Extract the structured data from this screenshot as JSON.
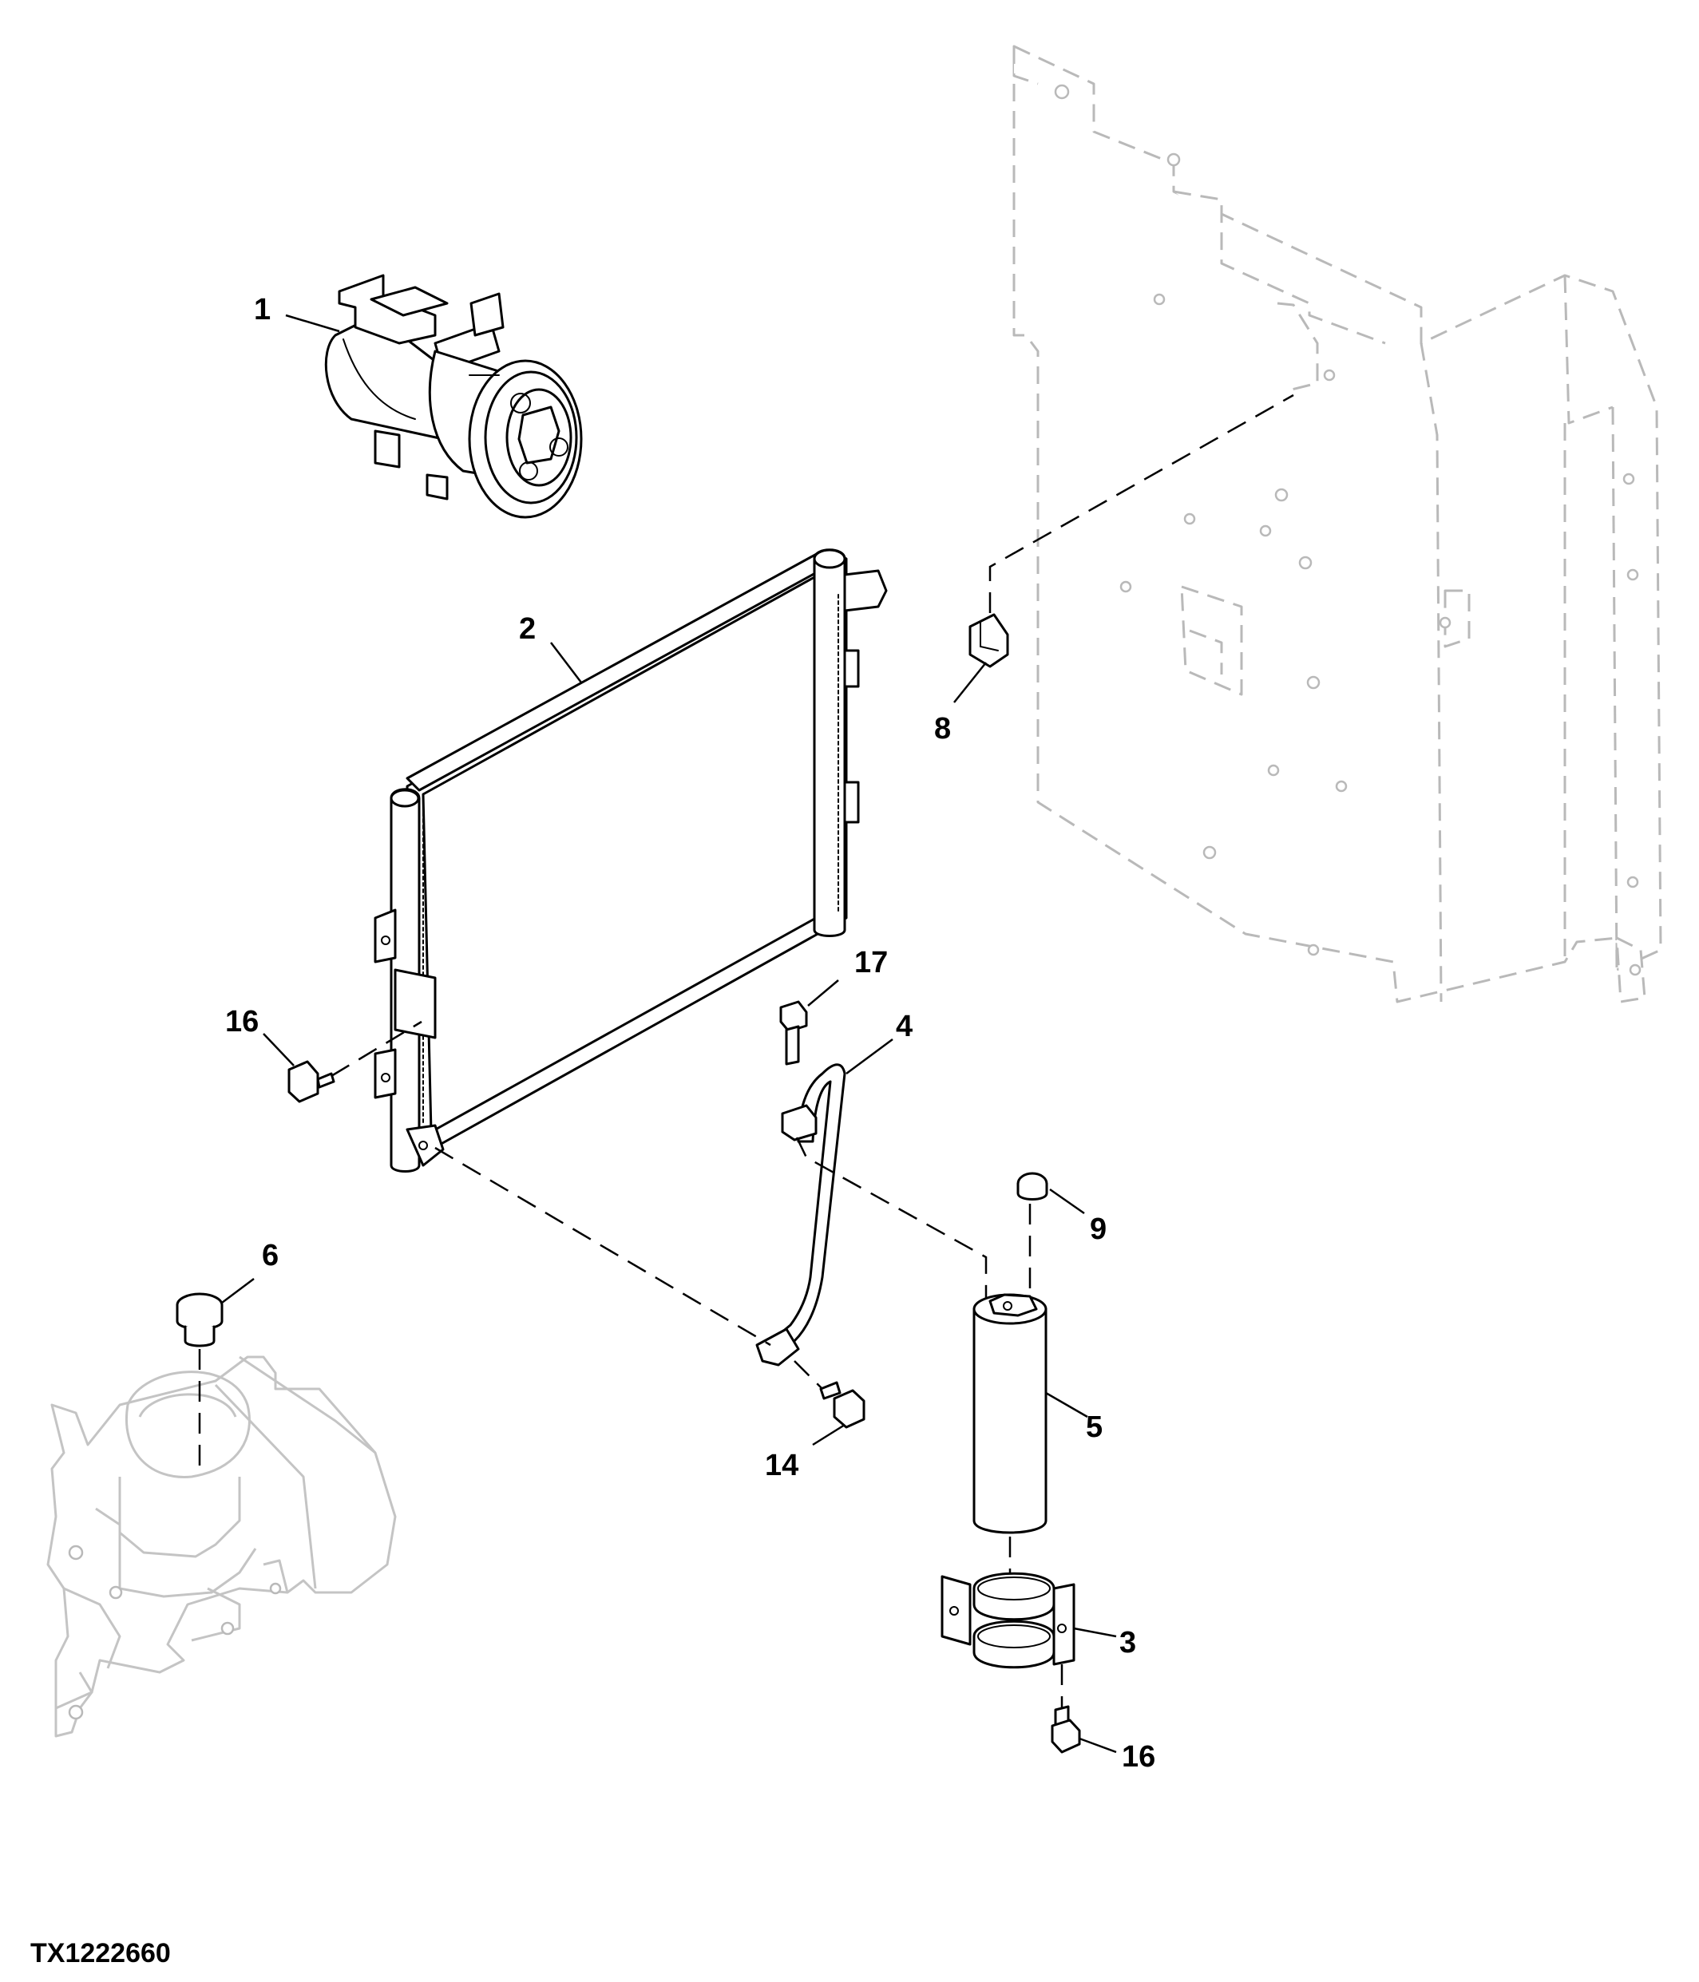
{
  "figure_id": "TX1222660",
  "callouts": [
    {
      "id": "c1",
      "text": "1"
    },
    {
      "id": "c2",
      "text": "2"
    },
    {
      "id": "c3",
      "text": "3"
    },
    {
      "id": "c4",
      "text": "4"
    },
    {
      "id": "c5",
      "text": "5"
    },
    {
      "id": "c6",
      "text": "6"
    },
    {
      "id": "c8",
      "text": "8"
    },
    {
      "id": "c9",
      "text": "9"
    },
    {
      "id": "c14",
      "text": "14"
    },
    {
      "id": "c16a",
      "text": "16"
    },
    {
      "id": "c16b",
      "text": "16"
    },
    {
      "id": "c17",
      "text": "17"
    }
  ]
}
